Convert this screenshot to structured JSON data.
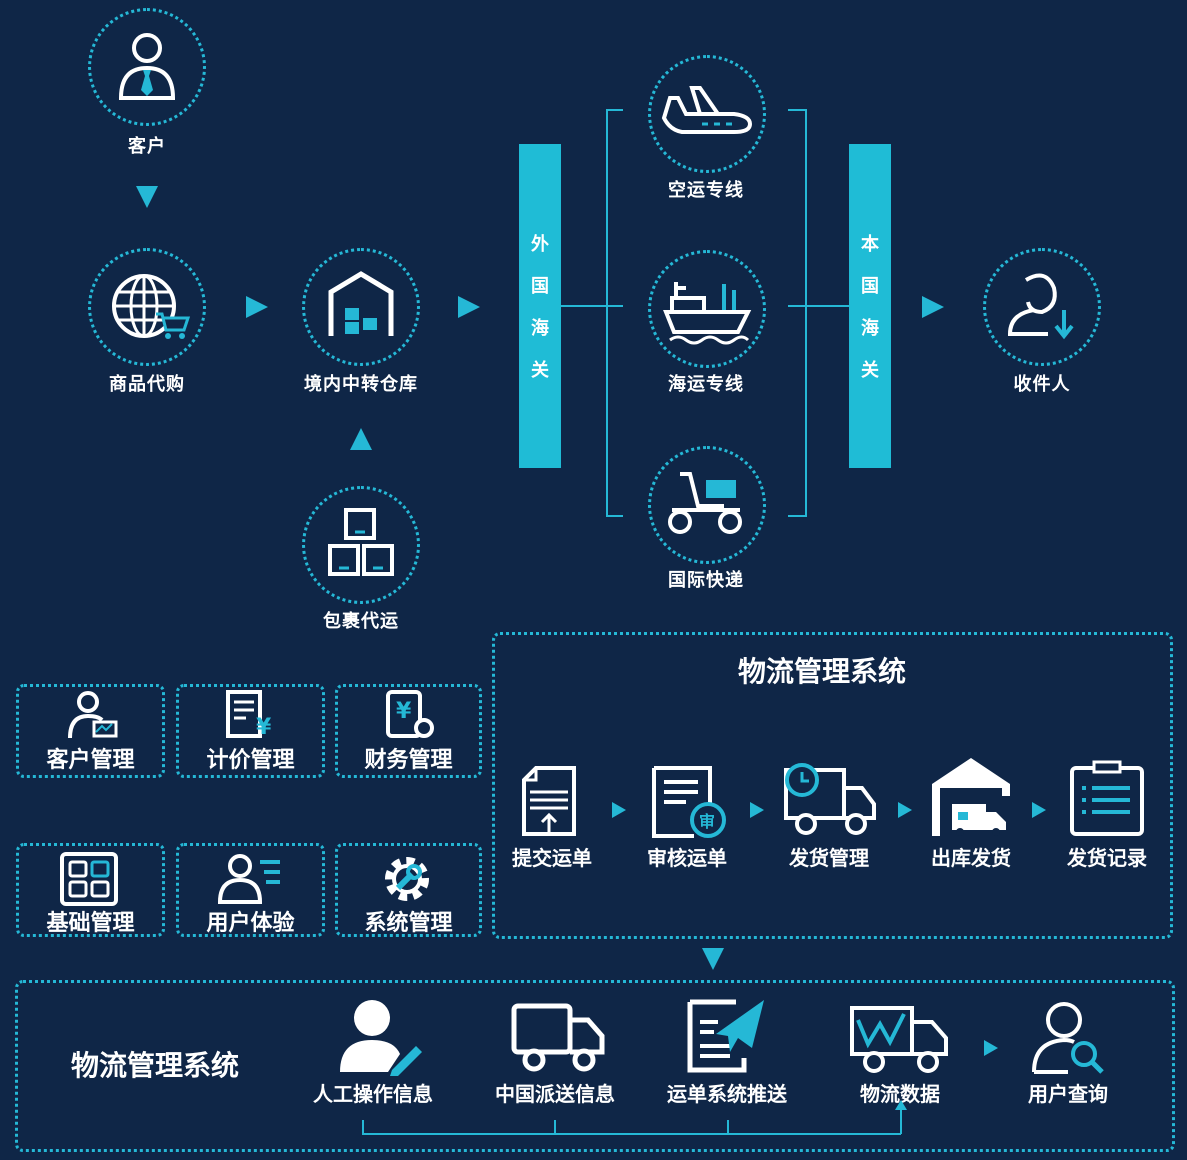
{
  "flow": {
    "customer": "客户",
    "shopping": "商品代购",
    "warehouse": "境内中转仓库",
    "parcel": "包裹代运",
    "foreign_customs": [
      "外",
      "国",
      "海",
      "关"
    ],
    "air": "空运专线",
    "sea": "海运专线",
    "express": "国际快递",
    "local_customs": [
      "本",
      "国",
      "海",
      "关"
    ],
    "receiver": "收件人"
  },
  "modules": {
    "customer_mgmt": "客户管理",
    "pricing_mgmt": "计价管理",
    "finance_mgmt": "财务管理",
    "basic_mgmt": "基础管理",
    "user_exp": "用户体验",
    "system_mgmt": "系统管理"
  },
  "lms": {
    "title": "物流管理系统",
    "steps": [
      "提交运单",
      "审核运单",
      "发货管理",
      "出库发货",
      "发货记录"
    ]
  },
  "bottom": {
    "title": "物流管理系统",
    "items": [
      "人工操作信息",
      "中国派送信息",
      "运单系统推送",
      "物流数据",
      "用户查询"
    ]
  },
  "colors": {
    "background": "#0f2647",
    "accent": "#25b8d6",
    "text": "#ffffff"
  }
}
